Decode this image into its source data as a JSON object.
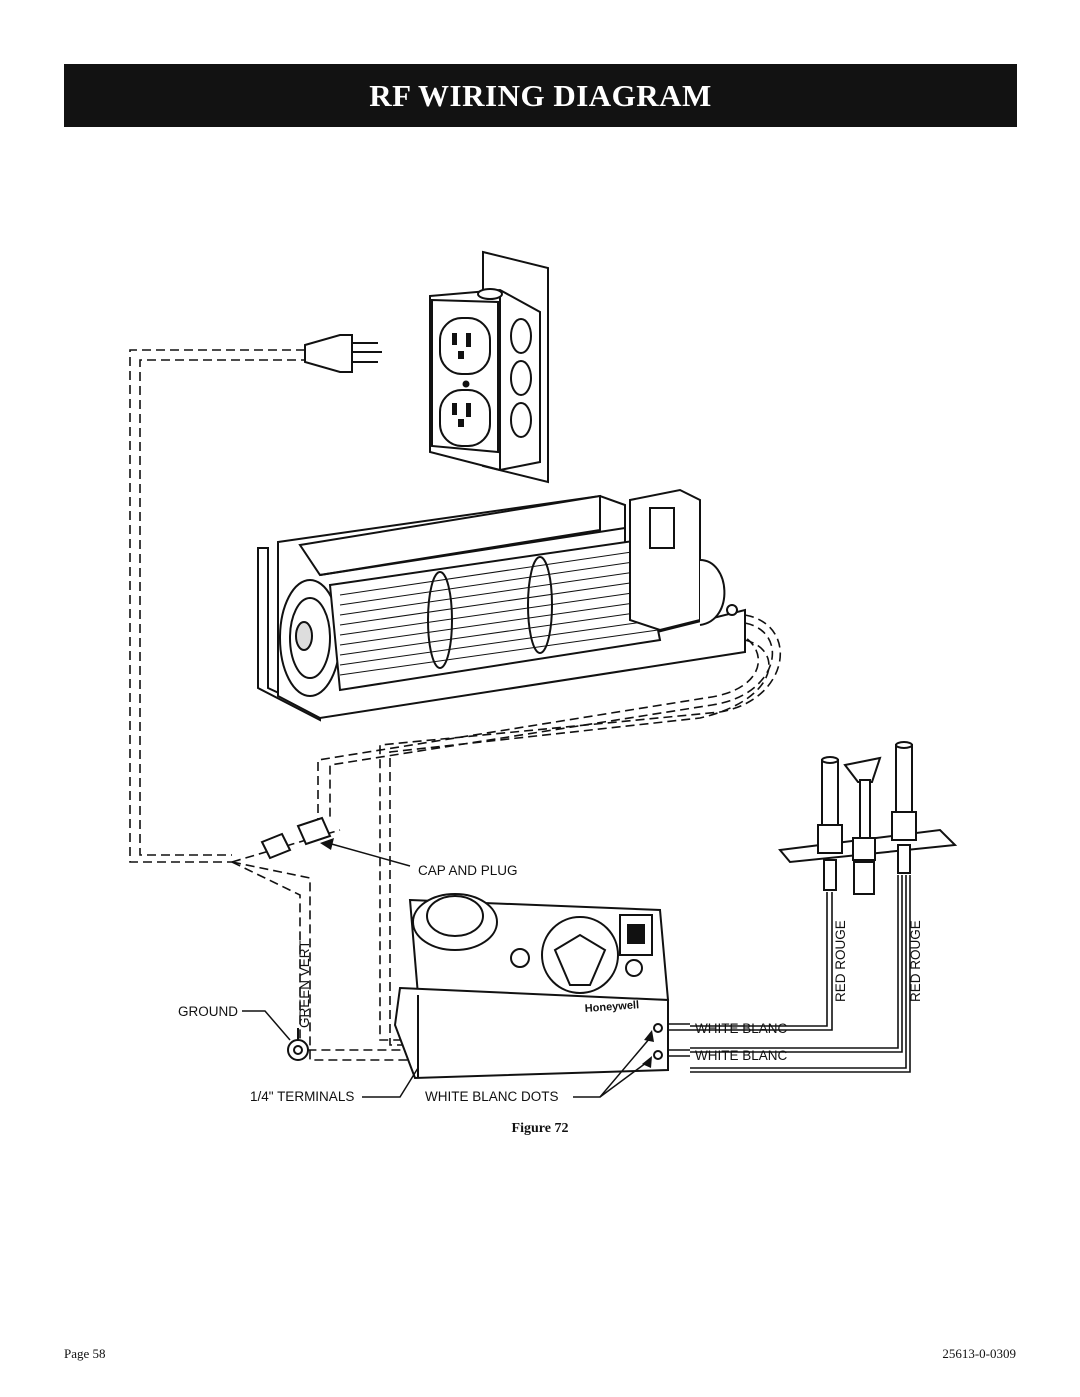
{
  "header": {
    "title": "RF WIRING DIAGRAM"
  },
  "labels": {
    "cap_and_plug": "CAP AND PLUG",
    "green_vert": "GREEN VERT",
    "ground": "GROUND",
    "terminals": "1/4\" TERMINALS",
    "white_blanc_dots": "WHITE BLANC DOTS",
    "white_blanc_1": "WHITE BLANC",
    "white_blanc_2": "WHITE BLANC",
    "red_rouge_1": "RED ROUGE",
    "red_rouge_2": "RED ROUGE",
    "brand": "Honeywell"
  },
  "figure": {
    "caption": "Figure 72"
  },
  "footer": {
    "page": "Page 58",
    "doc_number": "25613-0-0309"
  }
}
